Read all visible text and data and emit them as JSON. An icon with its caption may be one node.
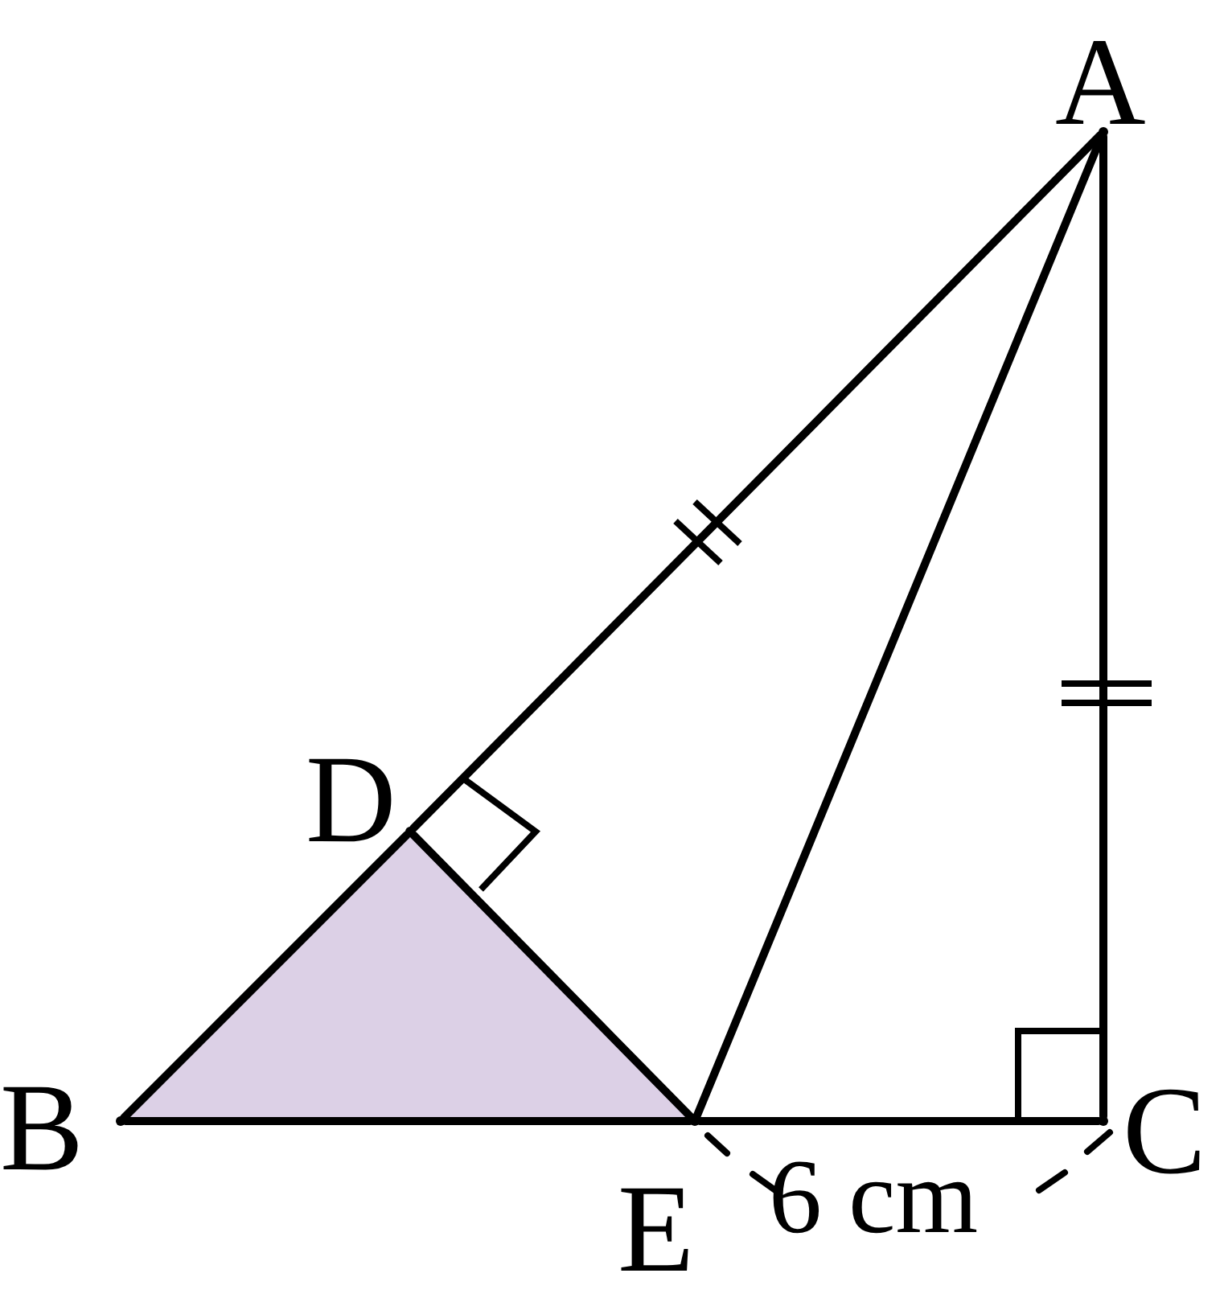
{
  "diagram": {
    "nodes": [
      {
        "text": [],
        "shape": "point",
        "beside": [
          "A"
        ]
      },
      {
        "text": [],
        "shape": "point",
        "beside": [
          "D"
        ]
      },
      {
        "text": [],
        "shape": "point",
        "beside": [
          "B"
        ]
      },
      {
        "text": [],
        "shape": "point",
        "beside": [
          "E"
        ]
      },
      {
        "text": [],
        "shape": "point",
        "beside": [
          "C"
        ]
      }
    ],
    "edges": [
      {
        "from": 0,
        "to": 1,
        "arrow": "none"
      },
      {
        "from": 1,
        "to": 2,
        "arrow": "none"
      },
      {
        "from": 2,
        "to": 3,
        "arrow": "none"
      },
      {
        "from": 3,
        "to": 4,
        "arrow": "none"
      },
      {
        "from": 4,
        "to": 0,
        "arrow": "none"
      },
      {
        "from": 0,
        "to": 3,
        "arrow": "none"
      },
      {
        "from": 1,
        "to": 3,
        "arrow": "none"
      }
    ],
    "labels": [
      "6 cm"
    ]
  }
}
